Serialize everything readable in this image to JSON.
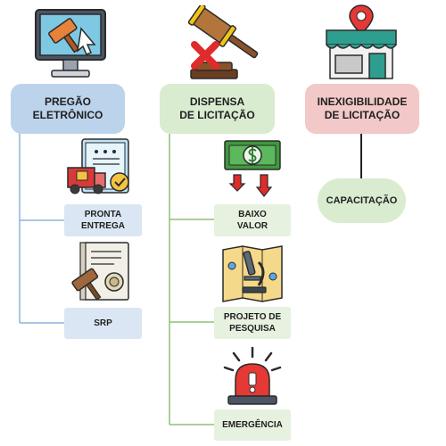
{
  "columns": [
    {
      "title": "PREGÃO\nELETRÔNICO",
      "color": "#bcd3ec",
      "children": [
        "PRONTA\nENTREGA",
        "SRP"
      ],
      "child_color": "#dbe6f4"
    },
    {
      "title": "DISPENSA\nDE LICITAÇÃO",
      "color": "#d9ecd0",
      "children": [
        "BAIXO\nVALOR",
        "PROJETO DE\nPESQUISA",
        "EMERGÊNCIA"
      ],
      "child_color": "#e6f1df"
    },
    {
      "title": "INEXIGIBILIDADE\nDE LICITAÇÃO",
      "color": "#f2c8c8",
      "children": [
        "CAPACITAÇÃO"
      ],
      "child_color": "#d9ecd0"
    }
  ],
  "icons": [
    "computer-auction-gavel-icon",
    "gavel-cross-icon",
    "storefront-location-pin-icon",
    "delivery-truck-document-icon",
    "contract-stamp-gavel-icon",
    "money-down-arrows-icon",
    "research-microscope-map-icon",
    "emergency-siren-icon"
  ],
  "colors": {
    "line_blue": "#8fb3de",
    "line_green": "#8fc07a",
    "line_dark": "#222222",
    "outline": "#2b2b2b"
  }
}
